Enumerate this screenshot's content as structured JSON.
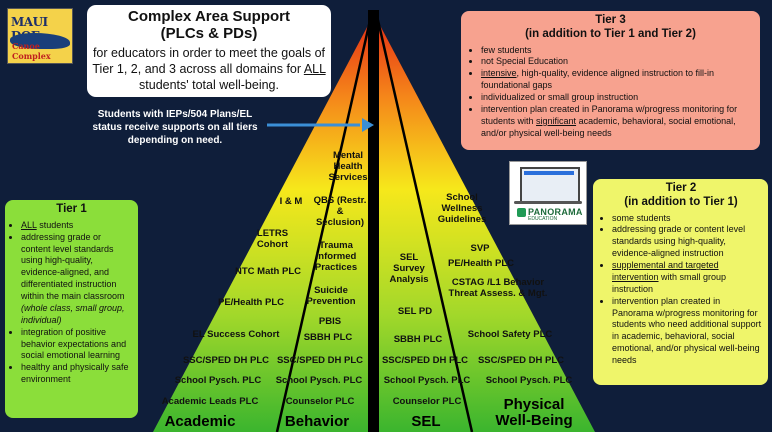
{
  "colors": {
    "background": "#0f1e3a",
    "tier3_box": "#f7a28f",
    "tier2_box": "#eff56a",
    "tier1_box": "#8bde3a",
    "arrow": "#3b8fd6"
  },
  "logo": {
    "line1": "MAUI DOE",
    "line2": "Canoe Complex"
  },
  "header": {
    "title_line1": "Complex Area Support",
    "title_line2": "(PLCs & PDs)",
    "desc_pre": "for educators in order to meet the goals of Tier 1, 2, and 3 across all domains for ",
    "desc_all": "ALL",
    "desc_post": " students' total well-being."
  },
  "note": "Students with IEPs/504 Plans/EL status receive supports on all tiers depending on need.",
  "panorama": {
    "name": "PANORAMA",
    "sub": "EDUCATION"
  },
  "tier3": {
    "title_line1": "Tier 3",
    "title_line2": "(in addition to Tier 1 and Tier 2)",
    "items": [
      "few students",
      "not Special Education"
    ],
    "item3_u": "intensive",
    "item3_rest": ", high-quality, evidence aligned instruction to fill-in foundational gaps",
    "item4": "individualized or small group instruction",
    "item5_pre": "intervention plan created in Panorama w/progress monitoring for students with ",
    "item5_u": "significant",
    "item5_post": " academic, behavioral, social emotional, and/or physical well-being needs"
  },
  "tier2": {
    "title_line1": "Tier 2",
    "title_line2": "(in addition to Tier 1)",
    "item1": "some students",
    "item2": "addressing grade or content level standards using high-quality, evidence-aligned instruction",
    "item3_u": "supplemental and targeted intervention",
    "item3_rest": " with small group instruction",
    "item4": "intervention plan created in Panorama w/progress monitoring for students who need additional support in academic, behavioral, social emotional, and/or physical well-being needs"
  },
  "tier1": {
    "title": "Tier 1",
    "item1_u": "ALL",
    "item1_rest": " students",
    "item2_pre": "addressing grade or content level standards using high-quality, evidence-aligned, and differentiated instruction within the main classroom ",
    "item2_it": "(whole class, small group, individual)",
    "item3": "integration of positive behavior expectations and social emotional learning",
    "item4": "healthy and physically safe environment"
  },
  "columns": {
    "academic": "Academic",
    "behavior": "Behavior",
    "sel": "SEL",
    "physical_line1": "Physical",
    "physical_line2": "Well-Being"
  },
  "academic": [
    "I & M",
    "LETRS Cohort",
    "NTC Math PLC",
    "PE/Health PLC",
    "EL Success Cohort",
    "SSC/SPED DH PLC",
    "School Pysch. PLC",
    "Academic Leads PLC"
  ],
  "behavior": [
    "Mental Health Services",
    "QBS (Restr. & Seclusion)",
    "Trauma Informed Practices",
    "Suicide Prevention",
    "PBIS",
    "SBBH PLC",
    "SSC/SPED DH PLC",
    "School Pysch. PLC",
    "Counselor PLC"
  ],
  "sel": [
    "SEL Survey Analysis",
    "SEL PD",
    "SBBH PLC",
    "SSC/SPED DH PLC",
    "School Pysch. PLC",
    "Counselor PLC"
  ],
  "physical": [
    "School Wellness Guidelines",
    "SVP",
    "PE/Health PLC",
    "CSTAG /L1 Behavior Threat Assess. & Mgt.",
    "School Safety PLC",
    "SSC/SPED DH PLC",
    "School Pysch. PLC"
  ]
}
